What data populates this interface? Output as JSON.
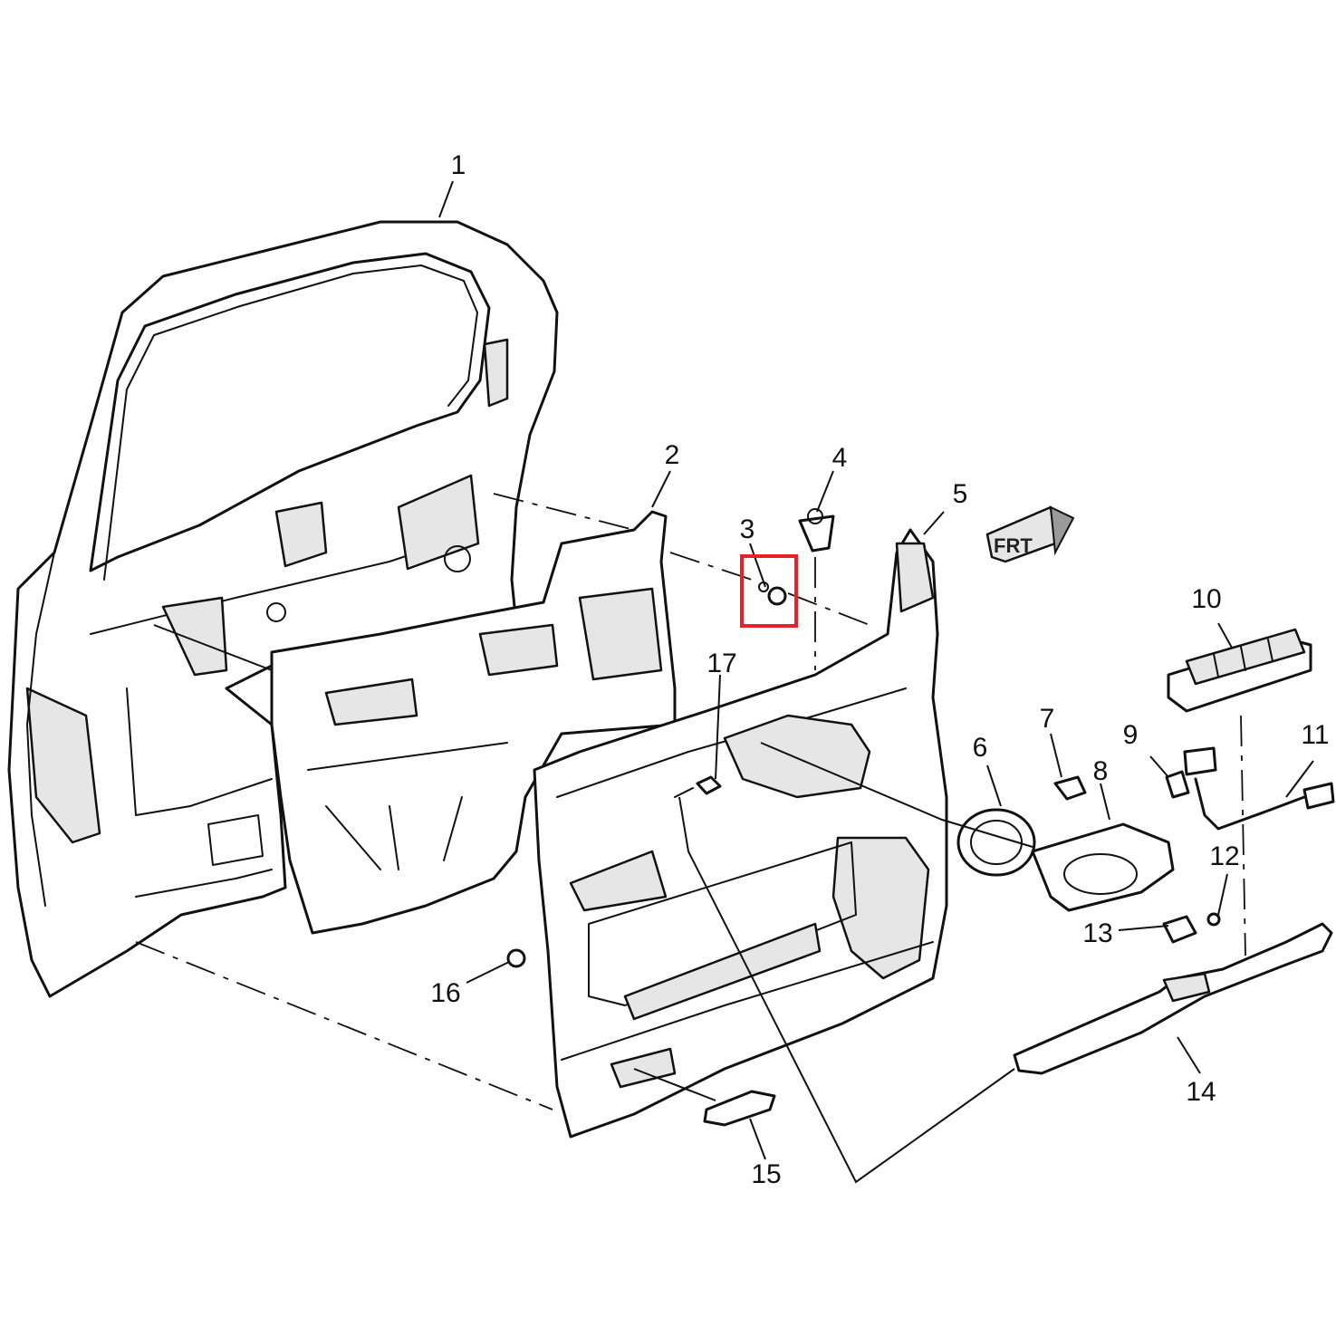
{
  "callouts": [
    {
      "id": "1",
      "label": "1"
    },
    {
      "id": "2",
      "label": "2"
    },
    {
      "id": "3",
      "label": "3"
    },
    {
      "id": "4",
      "label": "4"
    },
    {
      "id": "5",
      "label": "5"
    },
    {
      "id": "6",
      "label": "6"
    },
    {
      "id": "7",
      "label": "7"
    },
    {
      "id": "8",
      "label": "8"
    },
    {
      "id": "9",
      "label": "9"
    },
    {
      "id": "10",
      "label": "10"
    },
    {
      "id": "11",
      "label": "11"
    },
    {
      "id": "12",
      "label": "12"
    },
    {
      "id": "13",
      "label": "13"
    },
    {
      "id": "14",
      "label": "14"
    },
    {
      "id": "15",
      "label": "15"
    },
    {
      "id": "16",
      "label": "16"
    },
    {
      "id": "17",
      "label": "17"
    }
  ],
  "front_indicator": "FRT",
  "highlight": {
    "target_callout": "3",
    "color": "#e8202a"
  },
  "colors": {
    "line": "#111111",
    "background": "#ffffff"
  }
}
